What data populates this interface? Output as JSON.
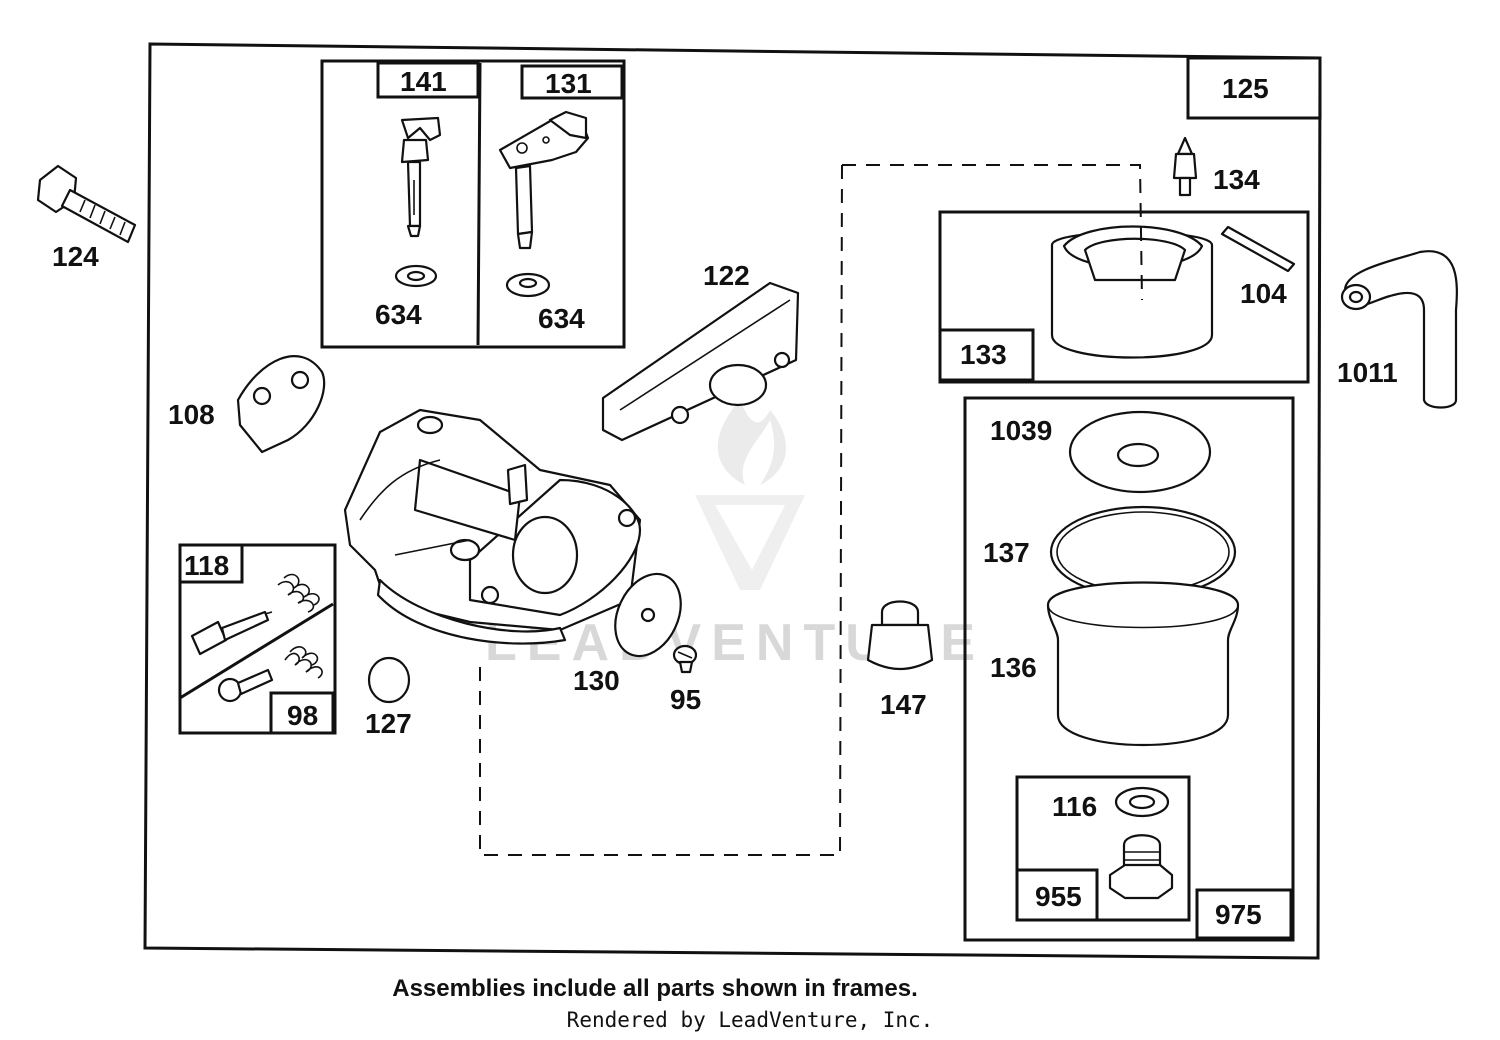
{
  "labels": {
    "p124": "124",
    "p141": "141",
    "p131": "131",
    "p634a": "634",
    "p634b": "634",
    "p125": "125",
    "p134": "134",
    "p104": "104",
    "p133": "133",
    "p1011": "1011",
    "p122": "122",
    "p108": "108",
    "p118": "118",
    "p98": "98",
    "p127": "127",
    "p130": "130",
    "p95": "95",
    "p147": "147",
    "p1039": "1039",
    "p137": "137",
    "p136": "136",
    "p116": "116",
    "p955": "955",
    "p975": "975"
  },
  "watermark": "LEADVENTURE",
  "caption": "Assemblies include all parts shown in frames.",
  "rendered_by": "Rendered by LeadVenture, Inc."
}
